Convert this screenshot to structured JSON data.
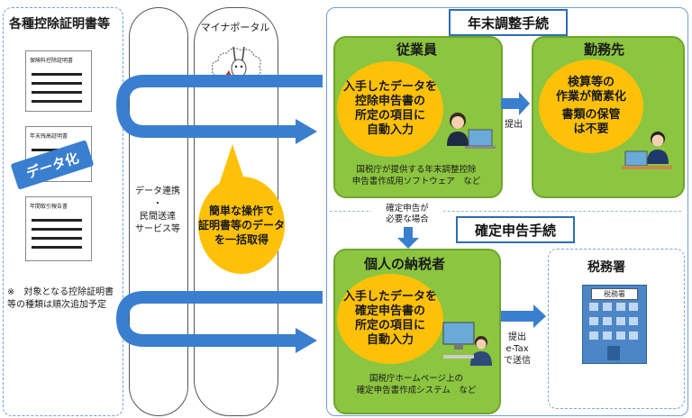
{
  "left_panel": {
    "title": "各種控除証明書等",
    "doc1_header": "保険料控除証明書",
    "doc2_header": "年末残高証明書",
    "doc3_header": "年間取引報告書",
    "datafy_label": "データ化",
    "note": "※　対象となる控除証明書等の種類は順次追加予定"
  },
  "column1": {
    "label_lines": [
      "データ連携",
      "・",
      "民間送達",
      "サービス等"
    ]
  },
  "column2": {
    "title": "マイナポータル",
    "bubble_lines": [
      "簡単な操作で",
      "証明書等のデータ",
      "を一括取得"
    ]
  },
  "nenmatsu": {
    "heading": "年末調整手続",
    "employee": {
      "title": "従業員",
      "bubble_lines": [
        "入手したデータを",
        "控除申告書の",
        "所定の項目に",
        "自動入力"
      ],
      "caption_lines": [
        "国税庁が提供する年末調整控除",
        "申告書作成用ソフトウェア　など"
      ]
    },
    "submit_label": "提出",
    "employer": {
      "title": "勤務先",
      "bubble_lines": [
        "検算等の",
        "作業が簡素化",
        "書類の保管",
        "は不要"
      ]
    }
  },
  "transition_lines": [
    "確定申告が",
    "必要な場合"
  ],
  "kakutei": {
    "heading": "確定申告手続",
    "taxpayer": {
      "title": "個人の納税者",
      "bubble_lines": [
        "入手したデータを",
        "確定申告書の",
        "所定の項目に",
        "自動入力"
      ],
      "caption_lines": [
        "国税庁ホームページ上の",
        "確定申告書作成システム　など"
      ]
    },
    "submit_lines": [
      "提出",
      "e-Tax",
      "で送信"
    ],
    "office": {
      "title": "税務署",
      "sign": "税務署"
    }
  },
  "colors": {
    "green": "#8cc540",
    "yellow": "#fec107",
    "blue_arrow": "#3a7fcf",
    "blue_border": "#2e6db4"
  }
}
